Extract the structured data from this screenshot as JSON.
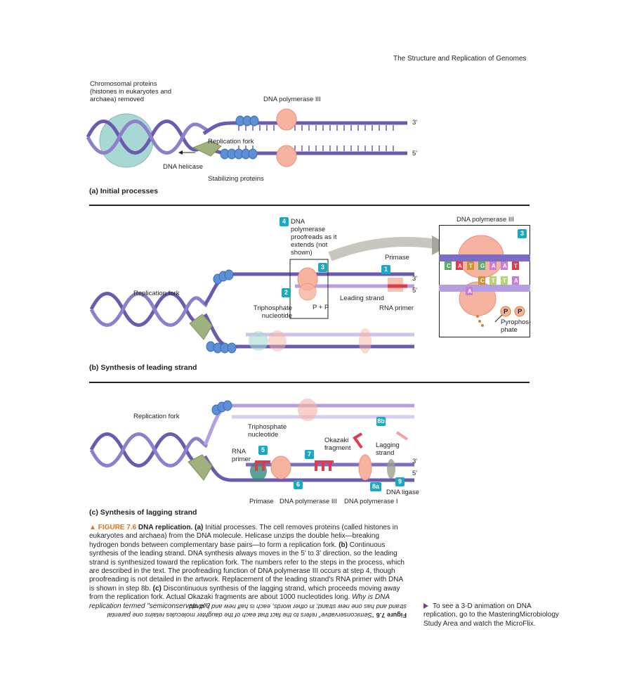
{
  "header": {
    "running_title": "The Structure and Replication of Genomes"
  },
  "panel_a": {
    "title": "(a) Initial processes",
    "labels": {
      "chromosomal": "Chromosomal proteins (histones in eukaryotes and archaea) removed",
      "polymerase": "DNA polymerase III",
      "replication_fork": "Replication fork",
      "helicase": "DNA helicase",
      "stabilizing": "Stabilizing proteins",
      "end3": "3'",
      "end5": "5'"
    }
  },
  "panel_b": {
    "title": "(b) Synthesis of leading strand",
    "steps": {
      "s1": "1",
      "s2": "2",
      "s3": "3",
      "s4": "4",
      "s3b": "3"
    },
    "labels": {
      "step4": "DNA polymerase proofreads as it extends (not shown)",
      "replication_fork": "Replication fork",
      "primase": "Primase",
      "end3": "3'",
      "end5": "5'",
      "leading_strand": "Leading strand",
      "triphosphate": "Triphosphate nucleotide",
      "pp": "P + P",
      "rna_primer": "RNA primer",
      "polymerase_inset": "DNA polymerase III",
      "pyrophosphate": "Pyrophos- phate",
      "p1": "P",
      "p2": "P",
      "bases_top": [
        "C",
        "A",
        "T",
        "G",
        "A",
        "A",
        "T"
      ],
      "bases_bottom": [
        "C",
        "T",
        "T",
        "A"
      ],
      "incoming_base": "A"
    }
  },
  "panel_c": {
    "title": "(c) Synthesis of lagging strand",
    "steps": {
      "s5": "5",
      "s6": "6",
      "s7": "7",
      "s8a": "8a",
      "s8b": "8b",
      "s9": "9"
    },
    "labels": {
      "replication_fork": "Replication fork",
      "triphosphate": "Triphosphate nucleotide",
      "okazaki": "Okazaki fragment",
      "lagging": "Lagging strand",
      "rna_primer": "RNA primer",
      "end3": "3'",
      "end5": "5'",
      "ligase": "DNA ligase",
      "primase": "Primase",
      "pol3": "DNA polymerase III",
      "pol1": "DNA polymerase I"
    }
  },
  "caption": {
    "figure": "▲ FIGURE 7.6",
    "heading": "DNA replication.",
    "a_tag": "(a)",
    "a_text": "Initial processes. The cell removes proteins (called histones in eukaryotes and archaea) from the DNA molecule. Helicase unzips the double helix—breaking hydrogen bonds between complementary base pairs—to form a replication fork.",
    "b_tag": "(b)",
    "b_text": "Continuous synthesis of the leading strand. DNA synthesis always moves in the 5' to 3' direction, so the leading strand is synthesized toward the replication fork. The numbers refer to the steps in the process, which are described in the text. The proofreading function of DNA polymerase III occurs at step 4, though proofreading is not detailed in the artwork. Replacement of the leading strand's RNA primer with DNA is shown in step 8b.",
    "c_tag": "(c)",
    "c_text": "Discontinuous synthesis of the lagging strand, which proceeds moving away from the replication fork. Actual Okazaki fragments are about 1000 nucleotides long.",
    "question": "Why is DNA replication termed \"semiconservative\"?"
  },
  "answer": {
    "label": "Figure 7.6",
    "text": "\"Semiconservative\" refers to the fact that each of the daughter molecules retains one parental strand and has one new strand; in other words, each is half new and half old."
  },
  "sidebar_note": {
    "text": "To see a 3-D animation on DNA replication, go to the MasteringMicrobiology Study Area and watch the MicroFlix."
  }
}
